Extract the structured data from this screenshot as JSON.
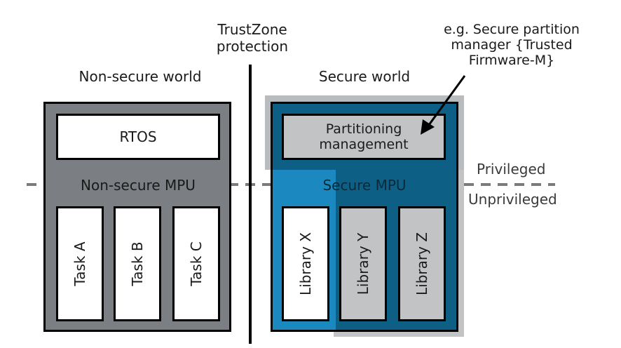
{
  "labels": {
    "trustzone": "TrustZone\nprotection",
    "nonsecure_world": "Non-secure world",
    "secure_world": "Secure world",
    "callout": "e.g. Secure partition\nmanager {Trusted\nFirmware-M}",
    "privileged": "Privileged",
    "unprivileged": "Unprivileged"
  },
  "nonsecure": {
    "rtos": "RTOS",
    "mpu": "Non-secure MPU",
    "tasks": [
      "Task A",
      "Task B",
      "Task C"
    ]
  },
  "secure": {
    "partitioning": "Partitioning\nmanagement",
    "mpu": "Secure MPU",
    "libraries": [
      "Library X",
      "Library Y",
      "Library Z"
    ]
  },
  "colors": {
    "nonsecure_fill": "#7b7e82",
    "secure_fill": "#0d5f86",
    "secure_light": "#1c88c0",
    "secure_priv_bg": "#b9bcbe",
    "unpriv_gray": "#c1c3c5",
    "outline": "#000000"
  }
}
